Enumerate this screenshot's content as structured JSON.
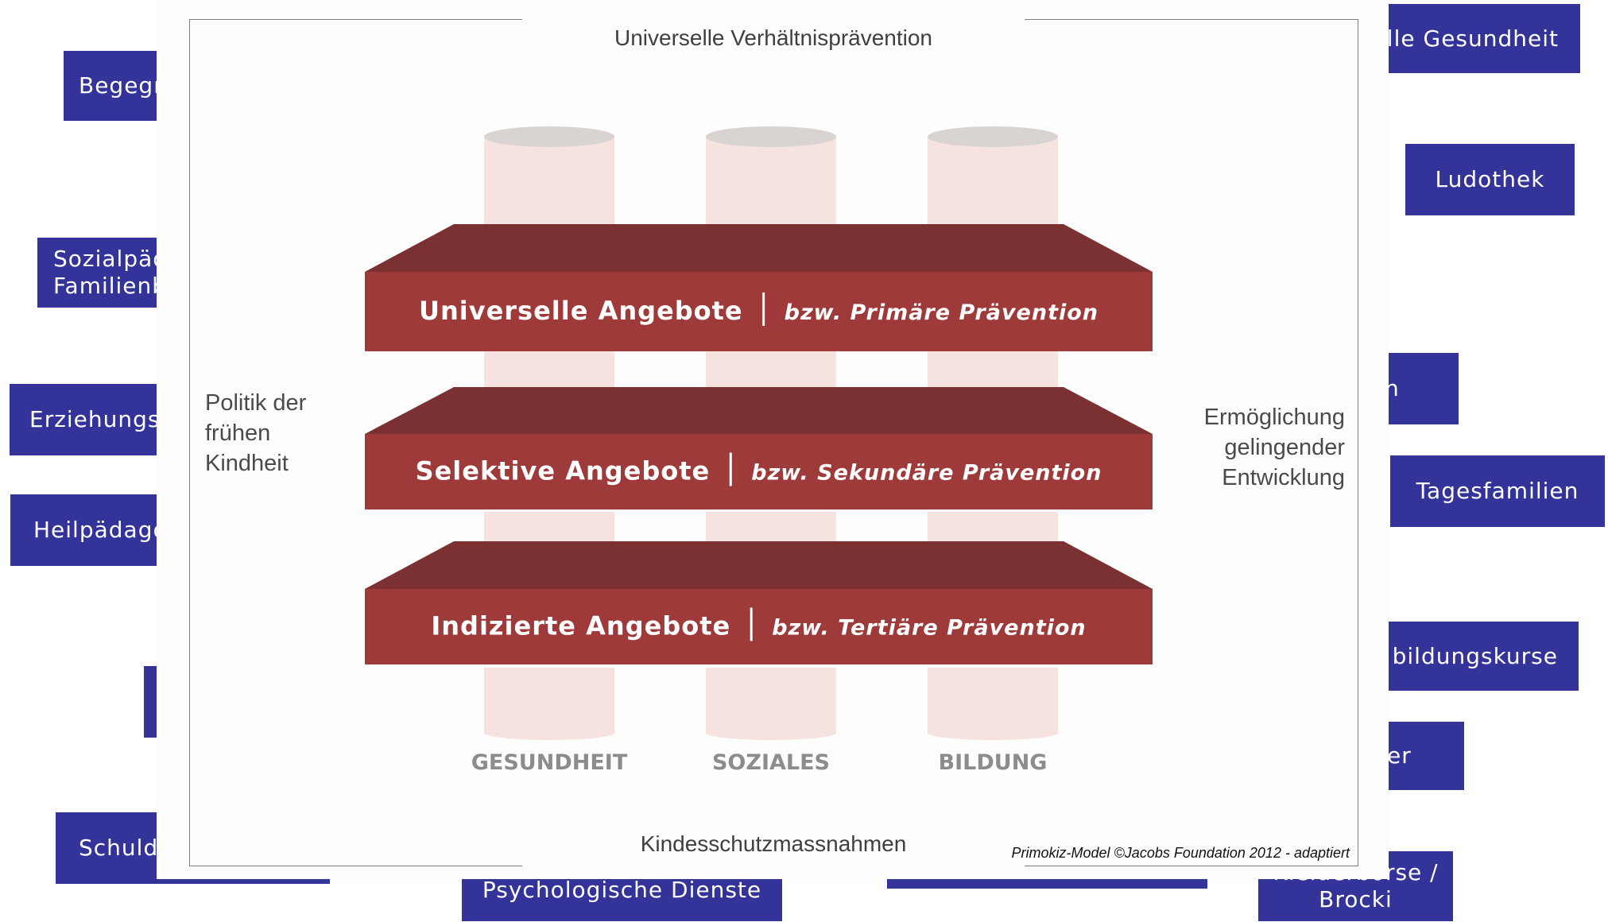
{
  "background_tags": [
    {
      "id": "tag-begegnung",
      "text": "Begegn"
    },
    {
      "id": "tag-sozialpaed",
      "text": "Sozialpäd\nFamilienb"
    },
    {
      "id": "tag-erziehung",
      "text": "Erziehungs"
    },
    {
      "id": "tag-heilpaed",
      "text": "Heilpädago"
    },
    {
      "id": "tag-left-empty",
      "text": ""
    },
    {
      "id": "tag-schulden",
      "text": "Schuld"
    },
    {
      "id": "tag-psychologische",
      "text": "Psychologische Dienste"
    },
    {
      "id": "tag-bottom-middle",
      "text": ""
    },
    {
      "id": "tag-kleiderboerse",
      "text": "Kleiderbörse /\nBrocki"
    },
    {
      "id": "tag-gesundheit",
      "text": "elle Gesundheit"
    },
    {
      "id": "tag-ludothek",
      "text": "Ludothek"
    },
    {
      "id": "tag-right-n",
      "text": "n"
    },
    {
      "id": "tag-tagesfamilien",
      "text": "Tagesfamilien"
    },
    {
      "id": "tag-bildungskurse",
      "text": "bildungskurse"
    },
    {
      "id": "tag-right-er",
      "text": "er"
    }
  ],
  "diagram": {
    "top_caption": "Universelle Verhältnisprävention",
    "bottom_caption": "Kindesschutzmassnahmen",
    "left_label": "Politik der\nfrühen\nKindheit",
    "right_label": "Ermöglichung\ngelingender\nEntwicklung",
    "credit": "Primokiz-Model ©Jacobs Foundation 2012 - adaptiert",
    "layers": [
      {
        "title": "Universelle Angebote",
        "subtitle": "bzw. Primäre Prävention"
      },
      {
        "title": "Selektive Angebote",
        "subtitle": "bzw. Sekundäre Prävention"
      },
      {
        "title": "Indizierte Angebote",
        "subtitle": "bzw. Tertiäre Prävention"
      }
    ],
    "pillars": [
      "GESUNDHEIT",
      "SOZIALES",
      "BILDUNG"
    ]
  },
  "colors": {
    "tag": "#333399",
    "slab_front": "#9e3a3a",
    "slab_top": "#7b3131",
    "pillar": "#f6e3df",
    "pillar_cap": "#d9d4d2",
    "pillar_label": "#8c8c8c"
  }
}
